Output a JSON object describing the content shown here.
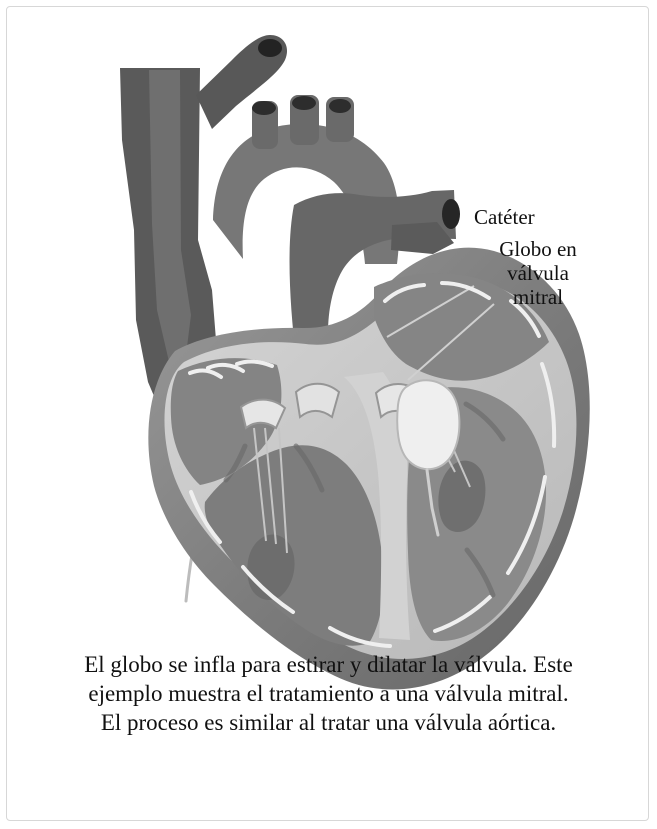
{
  "labels": {
    "catheter": "Catéter",
    "balloon": "Globo en\nválvula\nmitral"
  },
  "caption": "El globo se infla para estirar y dilatar la válvula. Este\nejemplo muestra el tratamiento a una válvula mitral.\nEl proceso es similar al tratar una válvula aórtica.",
  "colors": {
    "vessel_dark": "#5a5a5a",
    "vessel_mid": "#747474",
    "heart_wall": "#8b8b8b",
    "heart_light": "#a8a8a8",
    "chamber_light": "#bdbdbd",
    "chamber_pale": "#d8d8d8",
    "balloon": "#efefef"
  }
}
